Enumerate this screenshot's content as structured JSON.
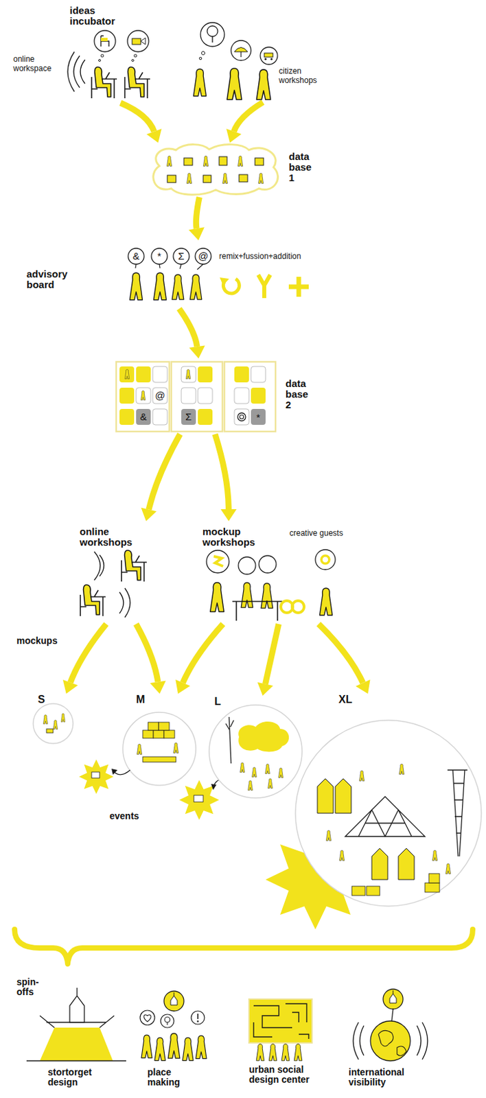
{
  "diagram": {
    "nodes": [
      {
        "text": [
          "online workspace"
        ]
      },
      {
        "text": [
          "citizen workshops"
        ]
      },
      {
        "text": [
          "data base 1"
        ]
      },
      {
        "text": [
          "advisory board"
        ]
      },
      {
        "text": [
          "data base 2"
        ]
      },
      {
        "text": [
          "online workshops"
        ]
      },
      {
        "text": [
          "mockup workshops"
        ]
      },
      {
        "text": [
          "S"
        ]
      },
      {
        "text": [
          "M"
        ]
      },
      {
        "text": [
          "L"
        ]
      },
      {
        "text": [
          "XL"
        ]
      },
      {
        "text": [
          "urban social design center"
        ]
      }
    ],
    "edges": [
      {
        "from": 0,
        "to": 2,
        "arrow": "to"
      },
      {
        "from": 1,
        "to": 2,
        "arrow": "to"
      },
      {
        "from": 2,
        "to": 3,
        "arrow": "to"
      },
      {
        "from": 3,
        "to": 4,
        "arrow": "to"
      },
      {
        "from": 4,
        "to": 5,
        "arrow": "to"
      },
      {
        "from": 4,
        "to": 6,
        "arrow": "to"
      },
      {
        "from": 5,
        "to": 7,
        "arrow": "to"
      },
      {
        "from": 5,
        "to": 8,
        "arrow": "to"
      },
      {
        "from": 6,
        "to": 8,
        "arrow": "to"
      },
      {
        "from": 6,
        "to": 9,
        "arrow": "to"
      },
      {
        "from": 6,
        "to": 10,
        "arrow": "to"
      }
    ],
    "labels": [
      "ideas incubator",
      "&",
      "*",
      "Σ",
      "@",
      "remix+fussion+addition",
      "@",
      "&",
      "Σ",
      "*",
      "creative guests",
      "mockups",
      "events",
      "spin-offs",
      "stortorget design",
      "place making",
      "international visibility"
    ]
  }
}
